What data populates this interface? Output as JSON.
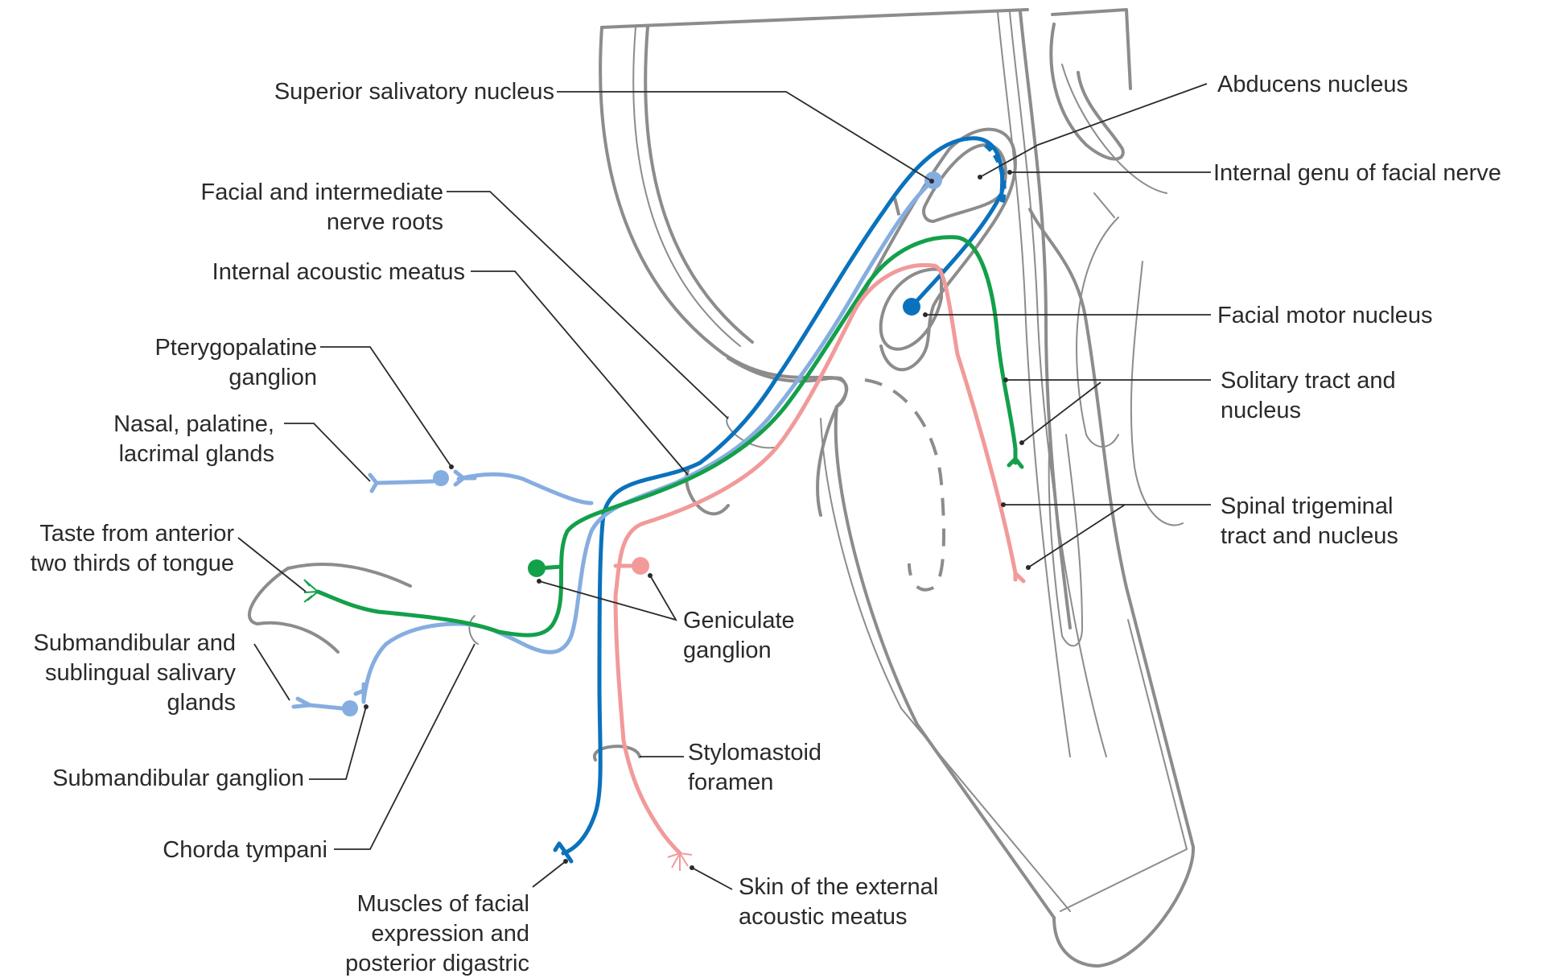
{
  "title": "Facial nerve (CN VII) pathways",
  "colors": {
    "branchial_motor": "#0a72bd",
    "parasympathetic": "#86ade0",
    "special_sensory_taste": "#13a04a",
    "general_sensory": "#f29a9a",
    "anatomy_outline": "#8c8c8c",
    "label_text": "#2a2a2a"
  },
  "labels": {
    "superior_salivatory_nucleus": "Superior salivatory nucleus",
    "facial_intermediate_roots_1": "Facial and intermediate",
    "facial_intermediate_roots_2": "nerve roots",
    "internal_acoustic_meatus": "Internal acoustic meatus",
    "pterygopalatine_1": "Pterygopalatine",
    "pterygopalatine_2": "ganglion",
    "nasal_glands_1": "Nasal, palatine,",
    "nasal_glands_2": "lacrimal glands",
    "taste_1": "Taste from anterior",
    "taste_2": "two thirds of tongue",
    "submandibular_glands_1": "Submandibular and",
    "submandibular_glands_2": "sublingual salivary",
    "submandibular_glands_3": "glands",
    "submandibular_ganglion": "Submandibular ganglion",
    "chorda_tympani": "Chorda tympani",
    "muscles_1": "Muscles of facial",
    "muscles_2": "expression and",
    "muscles_3": "posterior digastric",
    "geniculate_1": "Geniculate",
    "geniculate_2": "ganglion",
    "stylomastoid_1": "Stylomastoid",
    "stylomastoid_2": "foramen",
    "skin_1": "Skin of the external",
    "skin_2": "acoustic meatus",
    "abducens": "Abducens nucleus",
    "internal_genu": "Internal genu of facial nerve",
    "facial_motor": "Facial motor nucleus",
    "solitary_1": "Solitary tract and",
    "solitary_2": "nucleus",
    "spinal_trigeminal_1": "Spinal trigeminal",
    "spinal_trigeminal_2": "tract and nucleus"
  }
}
